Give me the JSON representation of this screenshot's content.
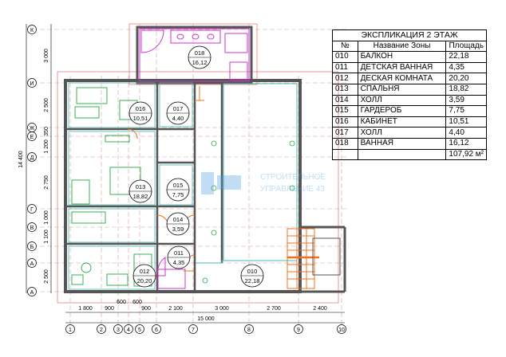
{
  "explication": {
    "title": "ЭКСПЛИКАЦИЯ 2 ЭТАЖ",
    "headers": [
      "№",
      "Название Зоны",
      "Площадь"
    ],
    "rows": [
      {
        "no": "010",
        "name": "БАЛКОН",
        "area": "22,18"
      },
      {
        "no": "011",
        "name": "ДЕТСКАЯ ВАННАЯ",
        "area": "4,35"
      },
      {
        "no": "012",
        "name": "ДЕСКАЯ КОМНАТА",
        "area": "20,20"
      },
      {
        "no": "013",
        "name": "СПАЛЬНЯ",
        "area": "18,82"
      },
      {
        "no": "014",
        "name": "ХОЛЛ",
        "area": "3,59"
      },
      {
        "no": "015",
        "name": "ГАРДЕРОБ",
        "area": "7,75"
      },
      {
        "no": "016",
        "name": "КАБИНЕТ",
        "area": "10,51"
      },
      {
        "no": "017",
        "name": "ХОЛЛ",
        "area": "4,40"
      },
      {
        "no": "018",
        "name": "ВАННАЯ",
        "area": "16,12"
      }
    ],
    "total": "107,92 м²"
  },
  "room_tags": [
    {
      "no": "016",
      "area": "10,51"
    },
    {
      "no": "017",
      "area": "4,40"
    },
    {
      "no": "018",
      "area": "16,12"
    },
    {
      "no": "013",
      "area": "18,82"
    },
    {
      "no": "015",
      "area": "7,75"
    },
    {
      "no": "014",
      "area": "3,59"
    },
    {
      "no": "011",
      "area": "4,35"
    },
    {
      "no": "012",
      "area": "20,20"
    },
    {
      "no": "010",
      "area": "22,18"
    }
  ],
  "grid_axes": {
    "horizontal": [
      "К",
      "И",
      "Ж",
      "Е",
      "Д",
      "Г",
      "В",
      "Б",
      "А",
      "А"
    ],
    "vertical": [
      "1",
      "2",
      "3",
      "4",
      "5",
      "6",
      "7",
      "8",
      "9",
      "10"
    ]
  },
  "dimensions": {
    "left_segments": [
      "3 000",
      "2 500",
      "350",
      "1 200",
      "2 750",
      "1 000",
      "1 100",
      "2 500"
    ],
    "left_total": "14 400",
    "bottom_segments": [
      "1 800",
      "900",
      "600",
      "600",
      "900",
      "2 100",
      "3 000",
      "2 700",
      "2 400"
    ],
    "bottom_total": "15 000"
  },
  "watermark": {
    "line1": "СТРОИТЕЛЬНОЕ",
    "line2": "УПРАВЛЕНИЕ 43"
  }
}
